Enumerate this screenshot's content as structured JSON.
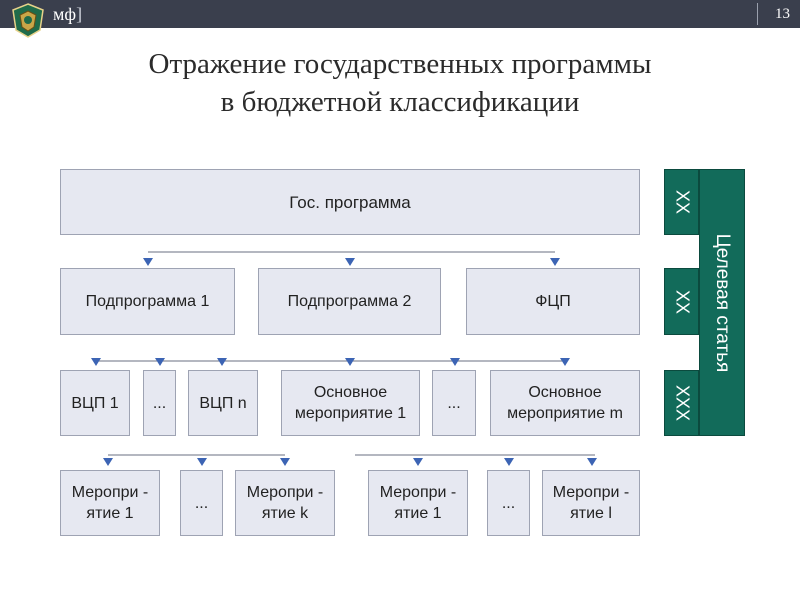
{
  "header": {
    "logo_text": "мф",
    "logo_bracket": "]",
    "slide_number": "13"
  },
  "title": {
    "line1": "Отражение государственных программы",
    "line2": "в бюджетной классификации"
  },
  "diagram": {
    "gos_program": "Гос. программа",
    "level2": [
      "Подпрограмма 1",
      "Подпрограмма 2",
      "ФЦП"
    ],
    "level3": [
      "ВЦП 1",
      "...",
      "ВЦП n",
      "Основное мероприятие 1",
      "...",
      "Основное мероприятие m"
    ],
    "level4": [
      "Меропри - ятие 1",
      "...",
      "Меропри - ятие k",
      "Меропри - ятие 1",
      "...",
      "Меропри - ятие l"
    ],
    "side_codes": [
      "XX",
      "XX",
      "XXX"
    ],
    "side_label": "Целевая статья"
  },
  "colors": {
    "box_fill": "#e6e8f1",
    "box_border": "#9ea3b3",
    "accent_green": "#126b5a",
    "arrow": "#3c64b4",
    "topbar": "#3a3f4d"
  }
}
